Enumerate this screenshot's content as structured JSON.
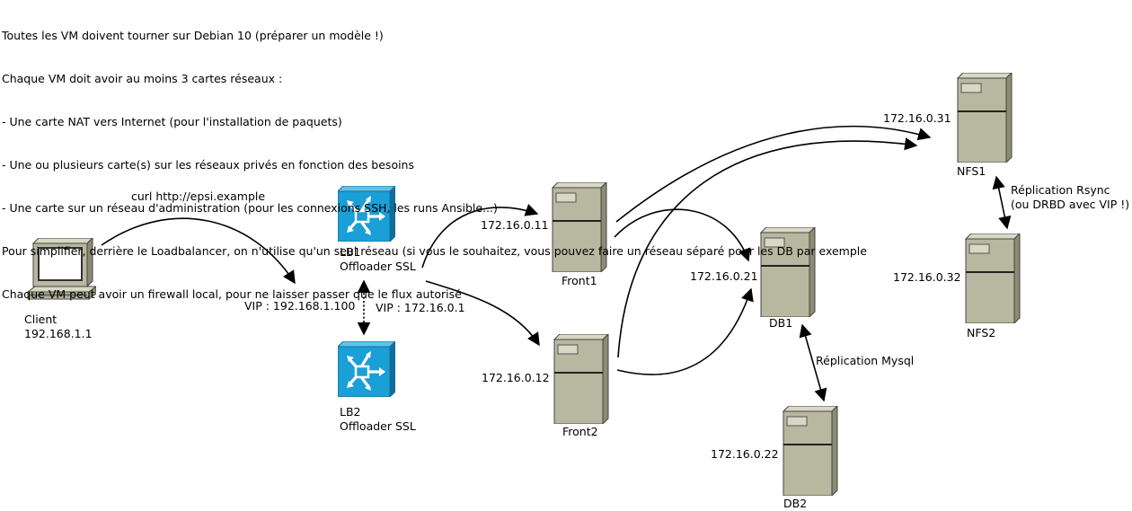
{
  "notes": [
    "Toutes les VM doivent tourner sur Debian 10 (préparer un modèle !)",
    "Chaque VM doit avoir au moins 3 cartes réseaux :",
    "- Une carte NAT vers Internet (pour l'installation de paquets)",
    "- Une ou plusieurs carte(s) sur les réseaux privés en fonction des besoins",
    "- Une carte sur un réseau d'administration (pour les connexions SSH, les runs Ansible...)",
    "Pour simplifier, derrière le Loadbalancer, on n'utilise qu'un seul réseau (si vous le souhaitez, vous pouvez faire un réseau séparé pour les DB par exemple",
    "Chaque VM peut avoir un firewall local, pour ne laisser passer que le flux autorisé"
  ],
  "client": {
    "name": "Client",
    "ip": "192.168.1.1",
    "request": "curl http://epsi.example"
  },
  "lb1": {
    "name": "LB1",
    "role": "Offloader SSL"
  },
  "lb2": {
    "name": "LB2",
    "role": "Offloader SSL"
  },
  "vip_public": "VIP : 192.168.1.100",
  "vip_private": "VIP : 172.16.0.1",
  "front1": {
    "name": "Front1",
    "ip": "172.16.0.11"
  },
  "front2": {
    "name": "Front2",
    "ip": "172.16.0.12"
  },
  "db1": {
    "name": "DB1",
    "ip": "172.16.0.21"
  },
  "db2": {
    "name": "DB2",
    "ip": "172.16.0.22"
  },
  "nfs1": {
    "name": "NFS1",
    "ip": "172.16.0.31"
  },
  "nfs2": {
    "name": "NFS2",
    "ip": "172.16.0.32"
  },
  "mysql_replication": "Réplication Mysql",
  "rsync_replication": "Réplication Rsync",
  "rsync_replication_alt": "(ou DRBD avec VIP !)",
  "colors": {
    "router_blue": "#1a9fd6",
    "server_body": "#b8b8a0",
    "server_side": "#8c8c74",
    "server_top": "#d8d8c4"
  }
}
